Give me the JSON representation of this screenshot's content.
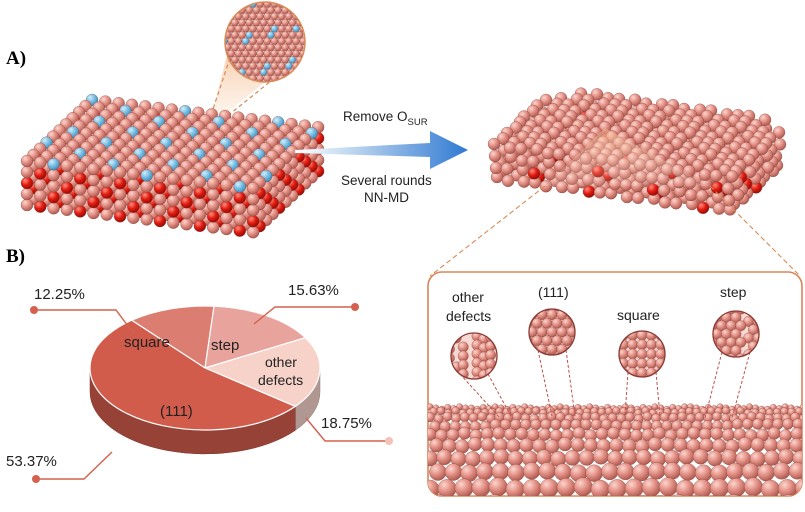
{
  "panel_a": {
    "label": "A)",
    "arrow_top_text": "Remove O",
    "arrow_top_sub": "SUR",
    "arrow_bottom_line1": "Several rounds",
    "arrow_bottom_line2": "NN-MD"
  },
  "panel_b": {
    "label": "B)"
  },
  "chart_data": {
    "type": "pie",
    "style": "3d",
    "slices": [
      {
        "label": "(111)",
        "value": 53.37,
        "value_label": "53.37%",
        "color": "#d25c4c"
      },
      {
        "label": "square",
        "value": 12.25,
        "value_label": "12.25%",
        "color": "#dc7d72"
      },
      {
        "label": "step",
        "value": 15.63,
        "value_label": "15.63%",
        "color": "#e8a49c"
      },
      {
        "label_line1": "other",
        "label_line2": "defects",
        "value": 18.75,
        "value_label": "18.75%",
        "color": "#f6d2c9"
      }
    ]
  },
  "zoom_panel": {
    "labels": {
      "other_line1": "other",
      "other_line2": "defects",
      "f111": "(111)",
      "square": "square",
      "step": "step"
    }
  },
  "colors": {
    "atom": "#e6958a",
    "atom_dark": "#b35a50",
    "oxygen": "#dd1a10",
    "dopant": "#74bde4",
    "arrow": "#3b82d6",
    "accent": "#d9855a"
  }
}
